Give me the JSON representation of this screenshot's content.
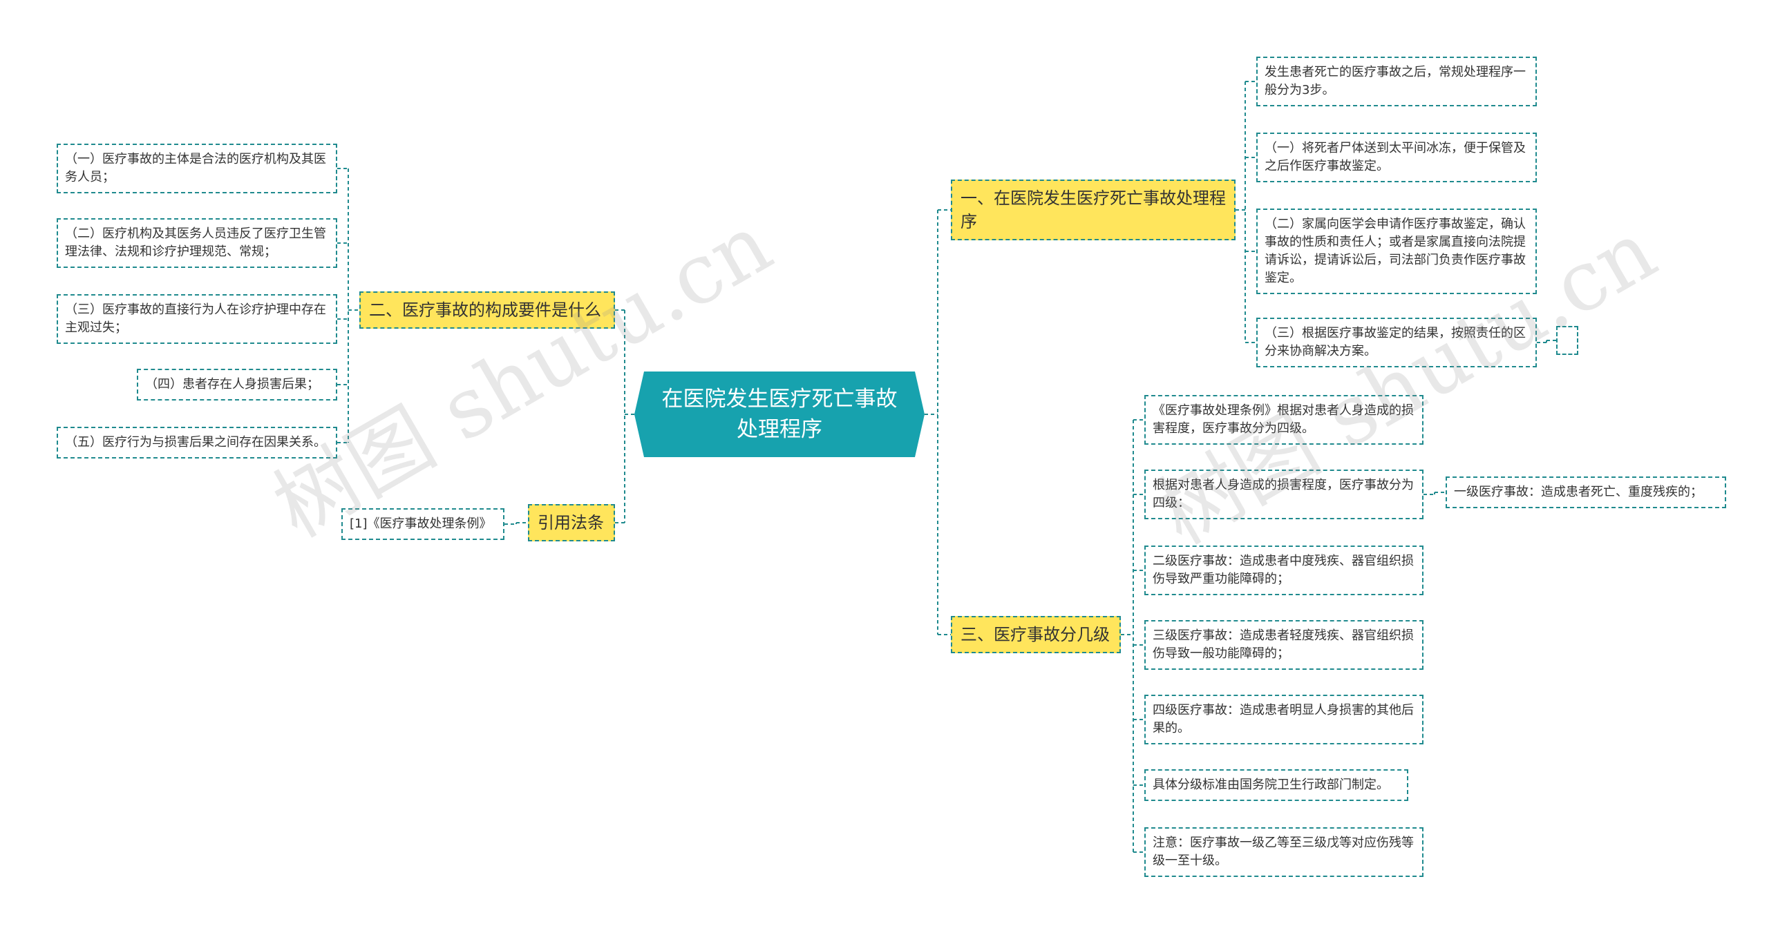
{
  "root": {
    "title": "在医院发生医疗死亡事故处理程序"
  },
  "branches": {
    "b1": {
      "label": "一、在医院发生医疗死亡事故处理程序",
      "leaves": [
        "发生患者死亡的医疗事故之后，常规处理程序一般分为3步。",
        "（一）将死者尸体送到太平间冰冻，便于保管及之后作医疗事故鉴定。",
        "（二）家属向医学会申请作医疗事故鉴定，确认事故的性质和责任人；或者是家属直接向法院提请诉讼，提请诉讼后，司法部门负责作医疗事故鉴定。",
        "（三）根据医疗事故鉴定的结果，按照责任的区分来协商解决方案。"
      ]
    },
    "b2": {
      "label": "二、医疗事故的构成要件是什么",
      "leaves": [
        "（一）医疗事故的主体是合法的医疗机构及其医务人员；",
        "（二）医疗机构及其医务人员违反了医疗卫生管理法律、法规和诊疗护理规范、常规；",
        "（三）医疗事故的直接行为人在诊疗护理中存在主观过失；",
        "（四）患者存在人身损害后果；",
        "（五）医疗行为与损害后果之间存在因果关系。"
      ]
    },
    "b3": {
      "label": "三、医疗事故分几级",
      "leaves": [
        "《医疗事故处理条例》根据对患者人身造成的损害程度，医疗事故分为四级。",
        "根据对患者人身造成的损害程度，医疗事故分为四级：",
        "二级医疗事故：造成患者中度残疾、器官组织损伤导致严重功能障碍的；",
        "三级医疗事故：造成患者轻度残疾、器官组织损伤导致一般功能障碍的；",
        "四级医疗事故：造成患者明显人身损害的其他后果的。",
        "具体分级标准由国务院卫生行政部门制定。",
        "注意：医疗事故一级乙等至三级戊等对应伤残等级一至十级。"
      ],
      "sub_leaf": "一级医疗事故：造成患者死亡、重度残疾的；"
    },
    "b4": {
      "label": "引用法条",
      "leaves": [
        "[1]《医疗事故处理条例》"
      ]
    }
  },
  "watermarks": [
    "树图 shutu.cn",
    "树图 shutu.cn"
  ],
  "colors": {
    "root": "#17a2ae",
    "branch": "#ffe55c",
    "connector": "#1f8a8e"
  }
}
